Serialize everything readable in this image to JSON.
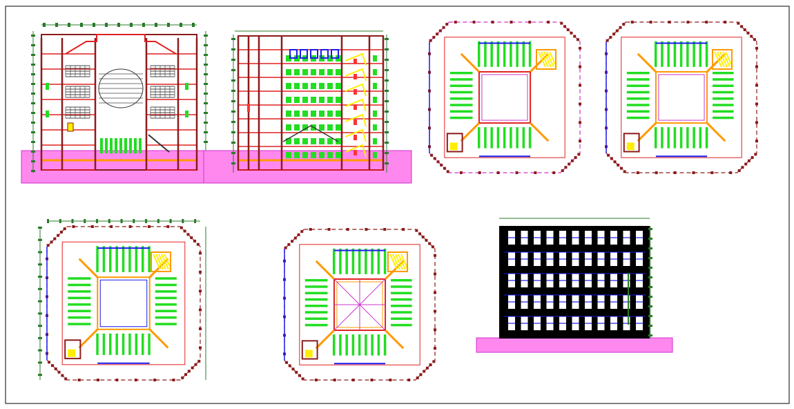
{
  "drawing": {
    "description_items": [
      "section-a",
      "section-b",
      "floor-plan-1",
      "floor-plan-2",
      "floor-plan-3",
      "floor-plan-4",
      "front-elevation"
    ]
  },
  "colors": {
    "background": "#ffffff",
    "frame": "#000000",
    "wall": "#8b1a1a",
    "wall_red": "#e02020",
    "orange": "#ff9900",
    "desk_green": "#22dd22",
    "dim_green": "#2a7a2a",
    "stair_yellow": "#ffee00",
    "magenta": "#cc33cc",
    "pink_ground": "#ff88ee",
    "blue": "#1a1aee",
    "elevation_black": "#000000"
  }
}
